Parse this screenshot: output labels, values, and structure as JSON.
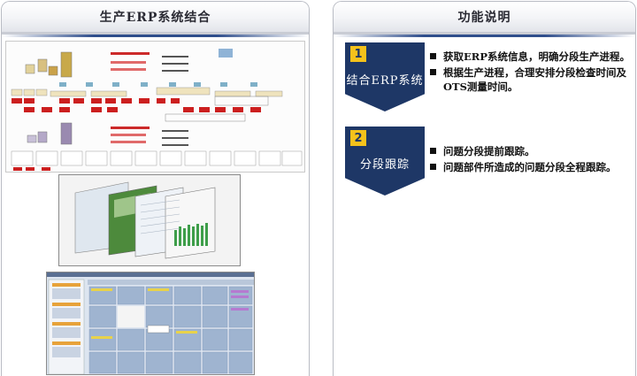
{
  "left_panel": {
    "title": "生产ERP系统结合"
  },
  "right_panel": {
    "title": "功能说明",
    "sections": [
      {
        "number": "1",
        "label": "结合ERP系统",
        "items": [
          "获取ERP系统信息，明确分段生产进程。",
          "根据生产进程，合理安排分段检查时间及OTS测量时间。"
        ]
      },
      {
        "number": "2",
        "label": "分段跟踪",
        "items": [
          "问题分段提前跟踪。",
          "问题部件所造成的问题分段全程跟踪。"
        ]
      }
    ]
  },
  "colors": {
    "navy": "#1e3766",
    "gold": "#f5c21b",
    "accent_blue": "#2f4e8c"
  }
}
